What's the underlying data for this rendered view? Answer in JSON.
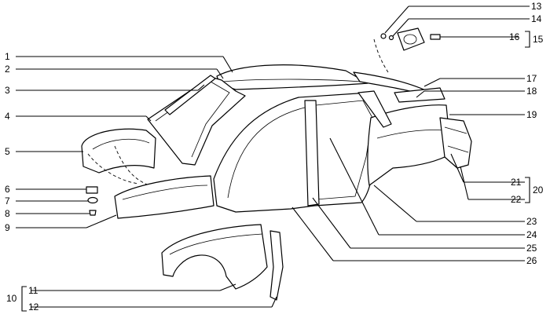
{
  "diagram": {
    "labels_left": [
      "1",
      "2",
      "3",
      "4",
      "5",
      "6",
      "7",
      "8",
      "9"
    ],
    "labels_right": [
      "13",
      "14",
      "15",
      "16",
      "17",
      "18",
      "19",
      "20",
      "21",
      "22",
      "23",
      "24",
      "25",
      "26"
    ],
    "labels_bottom": [
      "10",
      "11",
      "12"
    ]
  }
}
